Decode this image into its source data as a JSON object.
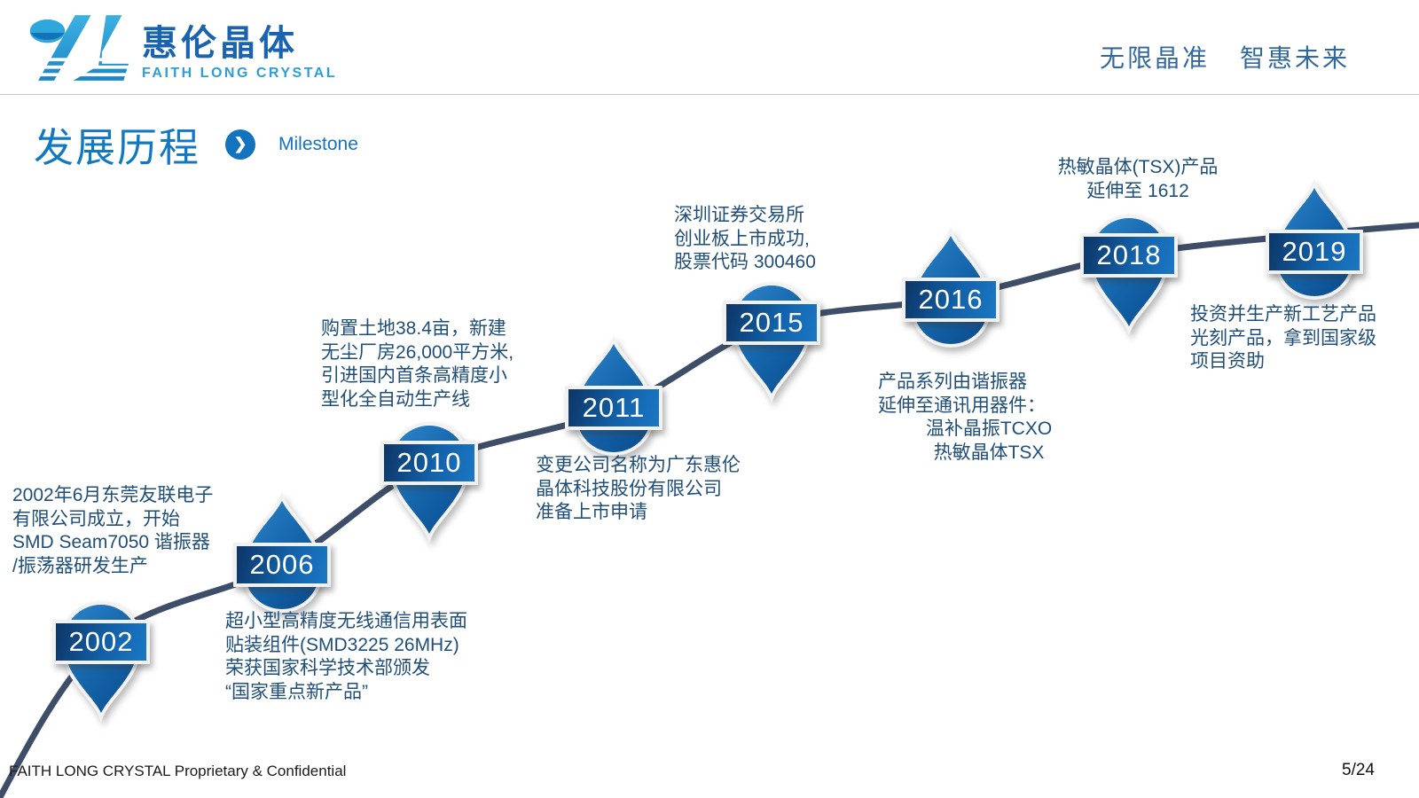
{
  "header": {
    "logo": {
      "title_zh": "惠伦晶体",
      "title_en": "FAITH LONG CRYSTAL",
      "icon": "faith-long-crystal-logo"
    },
    "slogan_left": "无限晶准",
    "slogan_right": "智惠未来"
  },
  "title": {
    "zh": "发展历程",
    "en": "Milestone",
    "arrow_icon": "chevron-right"
  },
  "timeline": {
    "milestones": [
      {
        "year": "2002",
        "shape": "pin-down",
        "lines": [
          "2002年6月东莞友联电子",
          "有限公司成立，开始",
          "SMD Seam7050 谐振器",
          "/振荡器研发生产"
        ]
      },
      {
        "year": "2006",
        "shape": "drop-up",
        "lines": [
          "超小型高精度无线通信用表面",
          "贴装组件(SMD3225 26MHz)",
          "荣获国家科学技术部颁发",
          "“国家重点新产品”"
        ]
      },
      {
        "year": "2010",
        "shape": "pin-down",
        "lines": [
          "购置土地38.4亩，新建",
          "无尘厂房26,000平方米,",
          "引进国内首条高精度小",
          "型化全自动生产线"
        ]
      },
      {
        "year": "2011",
        "shape": "drop-up",
        "lines": [
          "变更公司名称为广东惠伦",
          "晶体科技股份有限公司",
          "准备上市申请"
        ]
      },
      {
        "year": "2015",
        "shape": "pin-down",
        "lines": [
          "深圳证券交易所",
          "创业板上市成功,",
          "股票代码 300460"
        ]
      },
      {
        "year": "2016",
        "shape": "drop-up",
        "lines": [
          "产品系列由谐振器",
          "延伸至通讯用器件：",
          "温补晶振TCXO",
          "热敏晶体TSX"
        ]
      },
      {
        "year": "2018",
        "shape": "pin-down",
        "lines": [
          "热敏晶体(TSX)产品",
          "延伸至 1612"
        ]
      },
      {
        "year": "2019",
        "shape": "drop-up",
        "lines": [
          "投资并生产新工艺产品",
          "光刻产品，拿到国家级",
          "项目资助"
        ]
      }
    ]
  },
  "footer": {
    "left": "FAITH LONG CRYSTAL Proprietary & Confidential",
    "page_number": "5/24"
  },
  "colors": {
    "accent_blue": "#1278c2",
    "description_text": "#1f4e79",
    "slogan_blue": "#33689c",
    "timeline_line": "#3e4e69",
    "marker_fill_light": "#2e86cc",
    "marker_fill_dark": "#0b4c8e",
    "banner_dark": "#0d3566",
    "banner_light": "#1b77c4",
    "logo_light_blue": "#2ea7dc",
    "logo_dark_blue": "#1a63b0"
  }
}
